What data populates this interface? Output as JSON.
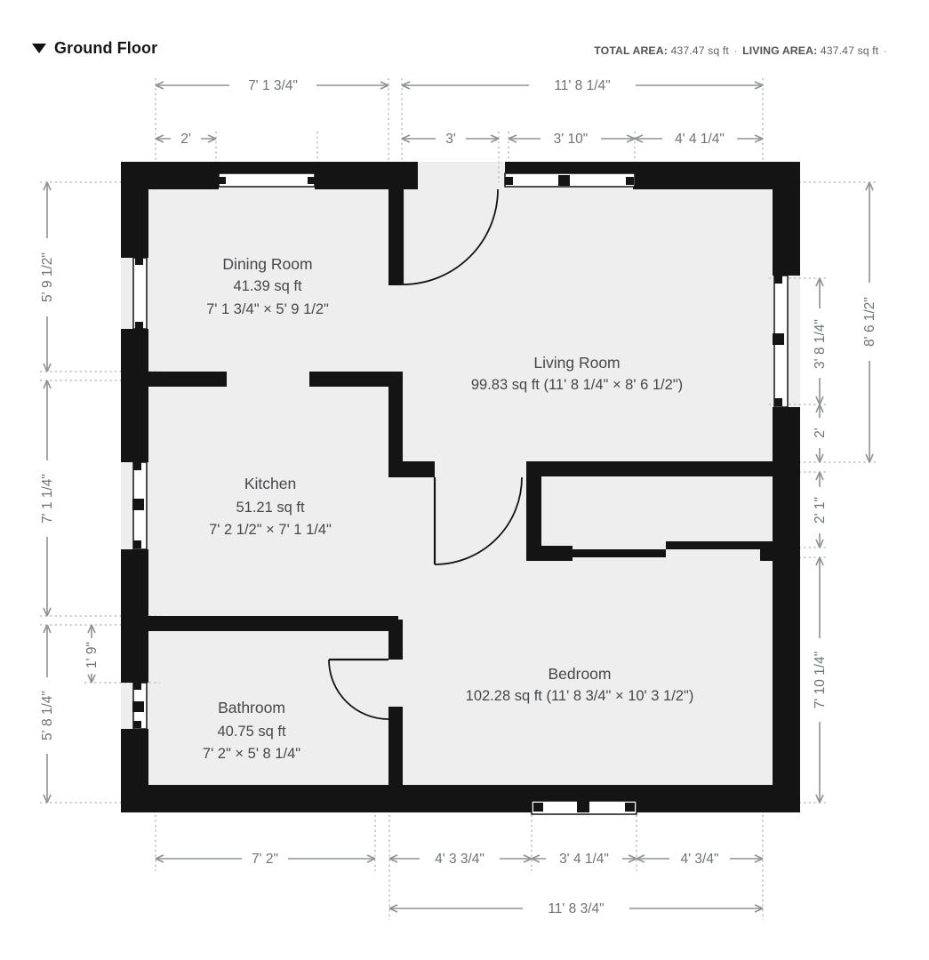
{
  "header": {
    "floor_title": "Ground Floor",
    "toggle_icon": "caret-down-icon",
    "total_area_key": "TOTAL AREA:",
    "total_area_value": "437.47 sq ft",
    "separator": "·",
    "living_area_key": "LIVING AREA:",
    "living_area_value": "437.47 sq ft",
    "trailing_separator": "·"
  },
  "rooms": [
    {
      "id": "dining-room",
      "name": "Dining Room",
      "area": "41.39 sq ft",
      "dimensions": "7' 1 3/4\" × 5' 9 1/2\"",
      "layout": "stacked"
    },
    {
      "id": "living-room",
      "name": "Living Room",
      "area_with_dims": "99.83 sq ft (11' 8 1/4\" × 8' 6 1/2\")",
      "layout": "inline"
    },
    {
      "id": "kitchen",
      "name": "Kitchen",
      "area": "51.21 sq ft",
      "dimensions": "7' 2 1/2\" × 7' 1 1/4\"",
      "layout": "stacked"
    },
    {
      "id": "bathroom",
      "name": "Bathroom",
      "area": "40.75 sq ft",
      "dimensions": "7' 2\" × 5' 8 1/4\"",
      "layout": "stacked"
    },
    {
      "id": "bedroom",
      "name": "Bedroom",
      "area_with_dims": "102.28 sq ft (11' 8 3/4\" × 10' 3 1/2\")",
      "layout": "inline"
    }
  ],
  "dimensions": {
    "top_outer": [
      {
        "id": "top-outer-left",
        "label": "7' 1 3/4\""
      },
      {
        "id": "top-outer-right",
        "label": "11' 8 1/4\""
      }
    ],
    "top_inner": [
      {
        "id": "top-inner-1",
        "label": "2'"
      },
      {
        "id": "top-inner-2",
        "label": "3'"
      },
      {
        "id": "top-inner-3",
        "label": "3' 10\""
      },
      {
        "id": "top-inner-4",
        "label": "4' 4 1/4\""
      }
    ],
    "left_outer": [
      {
        "id": "left-outer-1",
        "label": "5' 9 1/2\""
      },
      {
        "id": "left-outer-2",
        "label": "7' 1 1/4\""
      },
      {
        "id": "left-outer-3",
        "label": "5' 8 1/4\""
      }
    ],
    "left_inner": [
      {
        "id": "left-inner-1",
        "label": "1' 9\""
      }
    ],
    "right_inner": [
      {
        "id": "right-inner-1",
        "label": "3' 8 1/4\""
      },
      {
        "id": "right-inner-2",
        "label": "2'"
      },
      {
        "id": "right-inner-3",
        "label": "2' 1\""
      },
      {
        "id": "right-inner-4",
        "label": "7' 10 1/4\""
      }
    ],
    "right_outer": [
      {
        "id": "right-outer-1",
        "label": "8' 6 1/2\""
      }
    ],
    "bottom_inner": [
      {
        "id": "bottom-inner-1",
        "label": "7' 2\""
      },
      {
        "id": "bottom-inner-2",
        "label": "4' 3 3/4\""
      },
      {
        "id": "bottom-inner-3",
        "label": "3' 4 1/4\""
      },
      {
        "id": "bottom-inner-4",
        "label": "4' 3/4\""
      }
    ],
    "bottom_outer": [
      {
        "id": "bottom-outer-1",
        "label": "11' 8 3/4\""
      }
    ]
  },
  "colors": {
    "wall": "#141414",
    "floor": "#eeeeee",
    "dimension_text": "#6e7376",
    "room_text": "#44484b",
    "title": "#14181c",
    "summary": "#5e6366",
    "background": "#ffffff"
  }
}
